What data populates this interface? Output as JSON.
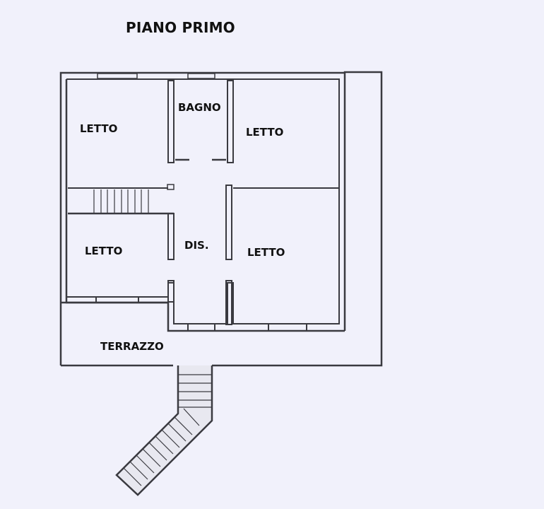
{
  "title": "PIANO PRIMO",
  "colors": {
    "background": "#f1f1fb",
    "wall": "#3a3a40",
    "text": "#111111"
  },
  "rooms": [
    {
      "id": "letto-nw",
      "label": "LETTO"
    },
    {
      "id": "bagno",
      "label": "BAGNO"
    },
    {
      "id": "letto-ne",
      "label": "LETTO"
    },
    {
      "id": "letto-sw",
      "label": "LETTO"
    },
    {
      "id": "dis",
      "label": "DIS."
    },
    {
      "id": "letto-se",
      "label": "LETTO"
    },
    {
      "id": "terrazzo",
      "label": "TERRAZZO"
    }
  ]
}
